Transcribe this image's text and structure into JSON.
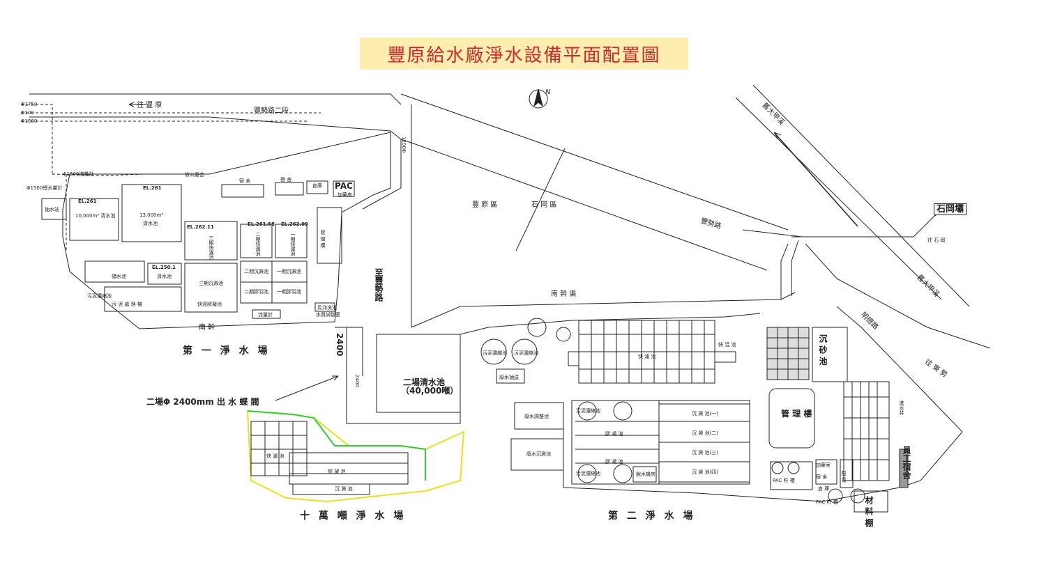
{
  "title": "豐原給水廠淨水設備平面配置圖",
  "north": "N",
  "roads": {
    "to_fengyuan": "往 豐 原",
    "fengshi_rd_2": "豐勢路二段",
    "fengshi_rd": "豐勢路",
    "to_shigang": "往 石 岡",
    "to_dongshi": "往 東 勢",
    "mingde_rd": "明德路",
    "to_fengshi_rd": "至豐勢路",
    "south_trunk": "南     幹     渠",
    "south_trunk_2": "南   幹",
    "shigang_dam": "石岡壩"
  },
  "districts": {
    "fengyuan": "豐 原 區",
    "shigang": "石 岡 區"
  },
  "rivers": {
    "dajia_upper": "舊大甲溪",
    "dajia_lower": "舊大甲溪"
  },
  "pipes": {
    "d1750": "Φ1750",
    "d100": "Φ100",
    "d1500": "Φ1500",
    "d1500_meter": "Φ1500流量計",
    "d1500_flow": "Φ1500總水量計",
    "p1200": "1200Φ",
    "p2400_a": "2400",
    "p2400_b": "2400",
    "valve_label": "二場Φ 2400mm 出 水 蝶 閥"
  },
  "plant1": {
    "name": "第 一 淨 水 場",
    "el261a": "EL.261",
    "el261b": "EL.261",
    "reservoir_10k": "10,000m³ 清水池",
    "reservoir_13k": "13,000m³",
    "reservoir_13k_sub": "清水池",
    "el262_11": "EL.262.11",
    "el261_68": "EL.261.68",
    "el262_09": "EL.262.09",
    "el250_1": "EL.250.1",
    "filter3": "三期快濾池",
    "filter2": "二期快濾池",
    "filter1": "一期快濾池",
    "sed3": "三期沉澱池",
    "sed2": "二期沉澱池",
    "sed1": "一期沉澱池",
    "floc2": "二期膠羽池",
    "floc1": "一期膠羽池",
    "rapid_mix": "快混膠凝池",
    "admin": "管 理 樓",
    "dormA": "宿 舍",
    "dormB": "宿 舍",
    "warehouse": "倉庫",
    "pac": "PAC",
    "chem": "加藥房",
    "sludge": "污 泥 處 理 機",
    "sludge_pond": "污泥濃縮池",
    "clear": "清水池",
    "pump": "抽水站",
    "meter": "流量計",
    "office": "辦公廳舍",
    "lab": "水質試驗室",
    "backwash": "反沖洗池",
    "tank": "儲水池"
  },
  "plant2": {
    "name": "第 二 淨 水 場",
    "reservoir": "二場清水池",
    "reservoir_cap": "（40,000噸）",
    "sludge_adj": "廢水調整池",
    "sludge_sed": "廢水沉澱池",
    "sludge_conc_a": "污泥濃縮池",
    "sludge_conc_b": "污泥濃縮池",
    "sludge_pump": "廢水抽送",
    "settle1": "沉 澱 池(一)",
    "settle2": "沉 澱 池(二)",
    "settle3": "沉 澱 池(三)",
    "settle4": "沉 澱 池(四)",
    "floc_a": "膠 凝 池",
    "floc_b": "膠 凝 池",
    "filter": "快 濾 池",
    "admin": "管 理 樓",
    "sed_basin": "沉 砂 池",
    "chem_room": "加藥室",
    "stock": "倉 庫",
    "dorm": "員工宿舍",
    "material": "材 料 棚",
    "pac_tank": "PAC 貯 槽",
    "pac_tank2": "PAC 貯 槽",
    "dist": "配 電",
    "dorm2": "宿 舍",
    "intake": "進水井",
    "mixing": "快 混 池",
    "conc_c": "污泥濃縮池",
    "conc_d": "污泥濃縮池",
    "dewater": "脫水機房"
  },
  "plant3": {
    "name": "十 萬 噸 淨 水 場",
    "filter": "快 濾 池",
    "sed": "沉 澱 池",
    "floc": "膠 凝 池"
  },
  "colors": {
    "title_bg": "#fdeeb0",
    "title_text": "#d0262a",
    "line": "#222222",
    "plant3_border_green": "#33cc33",
    "plant3_border_yellow": "#e8e020"
  }
}
